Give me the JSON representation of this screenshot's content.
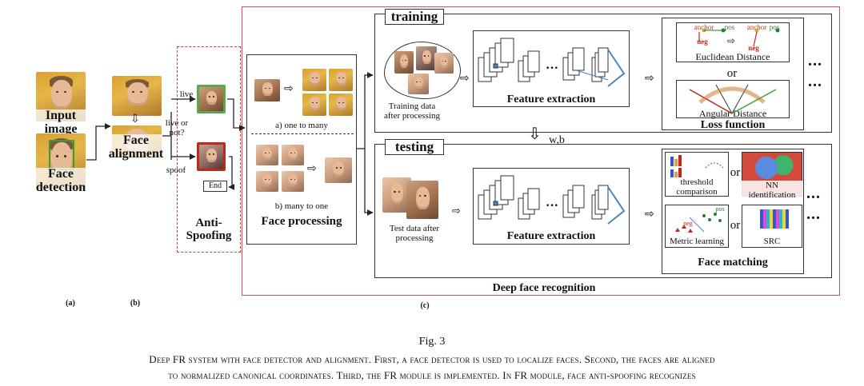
{
  "stage_a": {
    "input_label": "Input image",
    "detect_label": "Face detection",
    "panel_tag": "(a)"
  },
  "stage_b": {
    "align_label": "Face alignment",
    "panel_tag": "(b)"
  },
  "anti_spoofing": {
    "live": "live",
    "question": "live or not?",
    "spoof": "spoof",
    "end": "End",
    "title": "Anti-Spoofing"
  },
  "face_processing": {
    "one_to_many": "a) one to many",
    "many_to_one": "b) many to one",
    "title": "Face processing"
  },
  "training": {
    "title": "training",
    "data_label": "Training data after processing",
    "feature_label": "Feature extraction",
    "euclidean": "Euclidean Distance",
    "or1": "or",
    "angular": "Angular Distance",
    "loss_title": "Loss function",
    "anchor": "anchor",
    "pos": "pos",
    "neg": "neg"
  },
  "wb_label": "w,b",
  "testing": {
    "title": "testing",
    "data_label": "Test data after processing",
    "feature_label": "Feature extraction",
    "threshold": "threshold comparison",
    "nn": "NN identification",
    "metric": "Metric learning",
    "src": "SRC",
    "or": "or",
    "matching_title": "Face matching",
    "pos": "pos",
    "neg": "neg"
  },
  "ellipsis": "...",
  "system_title": "Deep face recognition",
  "panel_c_tag": "(c)",
  "caption": {
    "fig": "Fig. 3",
    "line1": "Deep FR system with face detector and alignment. First, a face detector is used to localize faces. Second, the faces are aligned",
    "line2": "to normalized canonical coordinates. Third, the FR module is implemented. In FR module, face anti-spoofing recognizes"
  },
  "colors": {
    "outer_frame": "#e0495a",
    "anti_spoof_dash": "#d23c3c",
    "live_frame": "#5aa84a",
    "spoof_frame": "#c0281e",
    "arrow_blue": "#4f81c7"
  }
}
